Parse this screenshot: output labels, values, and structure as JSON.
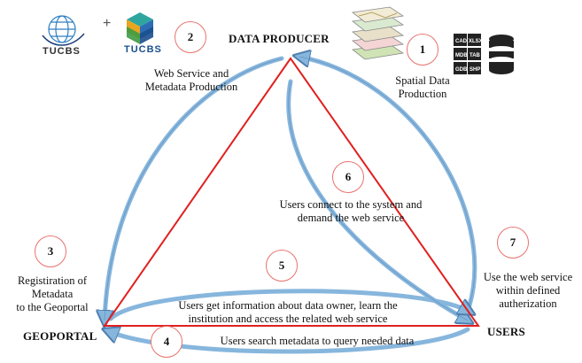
{
  "nodes": {
    "producer": "DATA PRODUCER",
    "geoportal": "GEOPORTAL",
    "users": "USERS"
  },
  "logos": {
    "tucbs_left": "TUCBS",
    "tucbs_right": "TUCBS",
    "plus": "+"
  },
  "steps": [
    {
      "num": "1",
      "lines": [
        "Spatial Data",
        "Production"
      ]
    },
    {
      "num": "2",
      "lines": [
        "Web Service and",
        "Metadata Production"
      ]
    },
    {
      "num": "3",
      "lines": [
        "Registiration of",
        "Metadata",
        "to the Geoportal"
      ]
    },
    {
      "num": "4",
      "lines": [
        "Users search metadata to query needed data"
      ]
    },
    {
      "num": "5",
      "lines": [
        "Users get information about data owner, learn the",
        "institution and access the related web service"
      ]
    },
    {
      "num": "6",
      "lines": [
        "Users connect to the system and",
        "demand the web service"
      ]
    },
    {
      "num": "7",
      "lines": [
        "Use the web service",
        "within defined",
        "autherization"
      ]
    }
  ],
  "file_formats": [
    "CAD",
    "XLSX",
    "MDB",
    "TAB",
    "GDB",
    "SHP"
  ],
  "colors": {
    "triangle": "#e0201e",
    "arrow": "#87b6dd",
    "arrow_edge": "#4f7fb0",
    "circle": "#e8736e"
  }
}
